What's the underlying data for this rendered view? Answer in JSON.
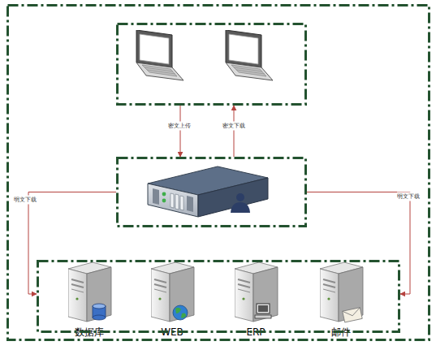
{
  "diagram": {
    "nodes": [
      {
        "text": []
      },
      {
        "text": [],
        "in": 0
      },
      {
        "text": [],
        "in": 0
      },
      {
        "text": [],
        "in": 0
      },
      {
        "text": [
          "数据库"
        ],
        "in": 3
      },
      {
        "text": [
          "WEB"
        ],
        "in": 3
      },
      {
        "text": [
          "ERP"
        ],
        "in": 3
      },
      {
        "text": [
          "邮件"
        ],
        "in": 3
      }
    ],
    "edges": [
      {
        "from": 1,
        "to": 2,
        "label": "密文上传",
        "arrow": "to"
      },
      {
        "from": 2,
        "to": 1,
        "label": "密文下载",
        "arrow": "to"
      },
      {
        "from": 2,
        "to": 3,
        "label": "明文下载",
        "arrow": "to"
      },
      {
        "from": 2,
        "to": 3,
        "label": "明文下载",
        "arrow": "to"
      }
    ]
  }
}
